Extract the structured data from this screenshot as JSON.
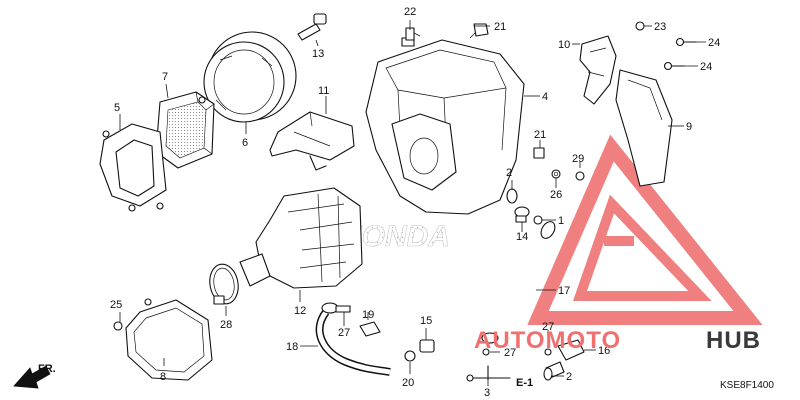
{
  "diagram": {
    "code": "KSE8F1400",
    "section": "E-1",
    "front": "FR.",
    "brand_watermark": "HONDA",
    "watermark": {
      "left": "AUTOMOTO",
      "right": "HUB",
      "left_color": "#f07070",
      "right_color": "#3a3a3a",
      "triangle_color": "#ee6b6b"
    },
    "callouts": [
      {
        "id": "c22",
        "label": "22"
      },
      {
        "id": "c21a",
        "label": "21"
      },
      {
        "id": "c13",
        "label": "13"
      },
      {
        "id": "c7",
        "label": "7"
      },
      {
        "id": "c5",
        "label": "5"
      },
      {
        "id": "c6",
        "label": "6"
      },
      {
        "id": "c11",
        "label": "11"
      },
      {
        "id": "c4",
        "label": "4"
      },
      {
        "id": "c10",
        "label": "10"
      },
      {
        "id": "c23",
        "label": "23"
      },
      {
        "id": "c24a",
        "label": "24"
      },
      {
        "id": "c24b",
        "label": "24"
      },
      {
        "id": "c9",
        "label": "9"
      },
      {
        "id": "c21b",
        "label": "21"
      },
      {
        "id": "c29",
        "label": "29"
      },
      {
        "id": "c26",
        "label": "26"
      },
      {
        "id": "c2a",
        "label": "2"
      },
      {
        "id": "c14",
        "label": "14"
      },
      {
        "id": "c1",
        "label": "1"
      },
      {
        "id": "c17",
        "label": "17"
      },
      {
        "id": "c25",
        "label": "25"
      },
      {
        "id": "c28",
        "label": "28"
      },
      {
        "id": "c12",
        "label": "12"
      },
      {
        "id": "c27a",
        "label": "27"
      },
      {
        "id": "c19",
        "label": "19"
      },
      {
        "id": "c15",
        "label": "15"
      },
      {
        "id": "c18",
        "label": "18"
      },
      {
        "id": "c27b",
        "label": "27"
      },
      {
        "id": "c27c",
        "label": "27"
      },
      {
        "id": "c16",
        "label": "16"
      },
      {
        "id": "c8",
        "label": "8"
      },
      {
        "id": "c20",
        "label": "20"
      },
      {
        "id": "c3",
        "label": "3"
      },
      {
        "id": "c2b",
        "label": "2"
      }
    ]
  }
}
